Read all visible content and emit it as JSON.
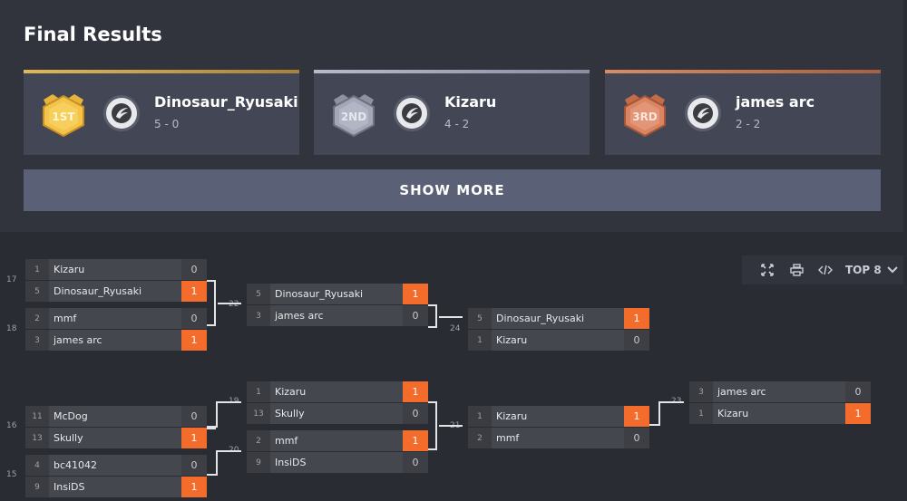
{
  "results": {
    "title": "Final Results",
    "show_more_label": "SHOW MORE",
    "placements": [
      {
        "medal": "1ST",
        "name": "Dinosaur_Ryusaki",
        "record": "5 - 0",
        "accent": "#c9a24a"
      },
      {
        "medal": "2ND",
        "name": "Kizaru",
        "record": "4 - 2",
        "accent": "#9ea3b3"
      },
      {
        "medal": "3RD",
        "name": "james arc",
        "record": "2 - 2",
        "accent": "#c97c5a"
      }
    ]
  },
  "toolbar": {
    "icons": [
      "expand-icon",
      "print-icon",
      "embed-code-icon"
    ],
    "filter_label": "TOP 8"
  },
  "bracket": {
    "accent_win": "#f36c2c",
    "matches": [
      {
        "id": "17",
        "players": [
          {
            "seed": "1",
            "name": "Kizaru",
            "score": "0",
            "win": false
          },
          {
            "seed": "5",
            "name": "Dinosaur_Ryusaki",
            "score": "1",
            "win": true
          }
        ]
      },
      {
        "id": "18",
        "players": [
          {
            "seed": "2",
            "name": "mmf",
            "score": "0",
            "win": false
          },
          {
            "seed": "3",
            "name": "james arc",
            "score": "1",
            "win": true
          }
        ]
      },
      {
        "id": "22",
        "players": [
          {
            "seed": "5",
            "name": "Dinosaur_Ryusaki",
            "score": "1",
            "win": true
          },
          {
            "seed": "3",
            "name": "james arc",
            "score": "0",
            "win": false
          }
        ]
      },
      {
        "id": "24",
        "players": [
          {
            "seed": "5",
            "name": "Dinosaur_Ryusaki",
            "score": "1",
            "win": true
          },
          {
            "seed": "1",
            "name": "Kizaru",
            "score": "0",
            "win": false
          }
        ]
      },
      {
        "id": "16",
        "players": [
          {
            "seed": "11",
            "name": "McDog",
            "score": "0",
            "win": false
          },
          {
            "seed": "13",
            "name": "Skully",
            "score": "1",
            "win": true
          }
        ]
      },
      {
        "id": "15",
        "players": [
          {
            "seed": "4",
            "name": "bc41042",
            "score": "0",
            "win": false
          },
          {
            "seed": "9",
            "name": "InsiDS",
            "score": "1",
            "win": true
          }
        ]
      },
      {
        "id": "19",
        "players": [
          {
            "seed": "1",
            "name": "Kizaru",
            "score": "1",
            "win": true
          },
          {
            "seed": "13",
            "name": "Skully",
            "score": "0",
            "win": false
          }
        ]
      },
      {
        "id": "20",
        "players": [
          {
            "seed": "2",
            "name": "mmf",
            "score": "1",
            "win": true
          },
          {
            "seed": "9",
            "name": "InsiDS",
            "score": "0",
            "win": false
          }
        ]
      },
      {
        "id": "21",
        "players": [
          {
            "seed": "1",
            "name": "Kizaru",
            "score": "1",
            "win": true
          },
          {
            "seed": "2",
            "name": "mmf",
            "score": "0",
            "win": false
          }
        ]
      },
      {
        "id": "23",
        "players": [
          {
            "seed": "3",
            "name": "james arc",
            "score": "0",
            "win": false
          },
          {
            "seed": "1",
            "name": "Kizaru",
            "score": "1",
            "win": true
          }
        ]
      }
    ]
  }
}
